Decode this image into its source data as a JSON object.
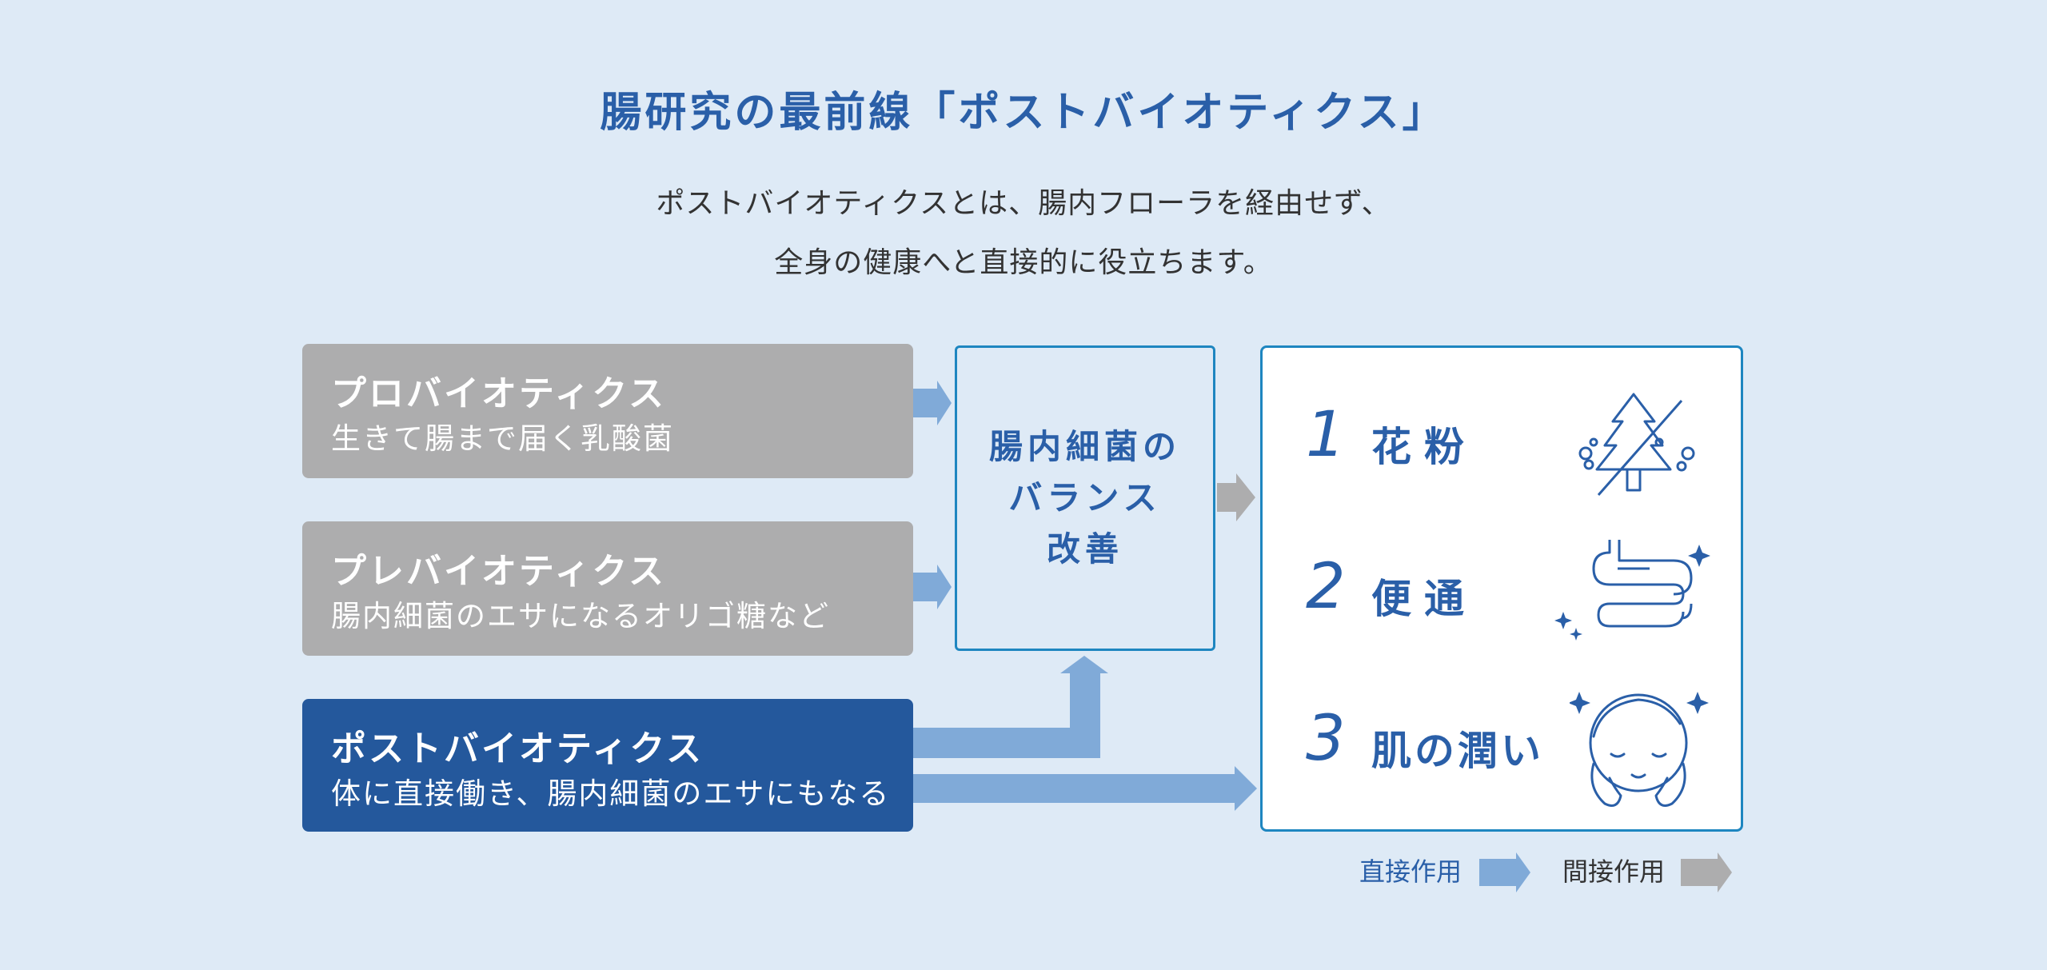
{
  "title": "腸研究の最前線「ポストバイオティクス」",
  "lead": {
    "line1": "ポストバイオティクスとは、腸内フローラを経由せず、",
    "line2": "全身の健康へと直接的に役立ちます。"
  },
  "boxes": {
    "probiotics": {
      "heading": "プロバイオティクス",
      "sub": "生きて腸まで届く乳酸菌"
    },
    "prebiotics": {
      "heading": "プレバイオティクス",
      "sub": "腸内細菌のエサになるオリゴ糖など"
    },
    "postbiotics": {
      "heading": "ポストバイオティクス",
      "sub": "体に直接働き、腸内細菌のエサにもなる"
    }
  },
  "middle": {
    "line1": "腸内細菌の",
    "line2": "バランス",
    "line3": "改善"
  },
  "results": [
    {
      "num": "1",
      "label": "花粉",
      "icon": "pollen-tree-icon"
    },
    {
      "num": "2",
      "label": "便通",
      "icon": "intestine-icon"
    },
    {
      "num": "3",
      "label": "肌の潤い",
      "icon": "face-skin-icon"
    }
  ],
  "legend": {
    "direct": "直接作用",
    "indirect": "間接作用"
  },
  "colors": {
    "background": "#deeaf6",
    "accent": "#2a5fa8",
    "navy": "#24589c",
    "gray_box": "#adadae",
    "direct_arrow": "#80aad8",
    "indirect_arrow": "#adadae",
    "frame": "#1e86c0"
  }
}
